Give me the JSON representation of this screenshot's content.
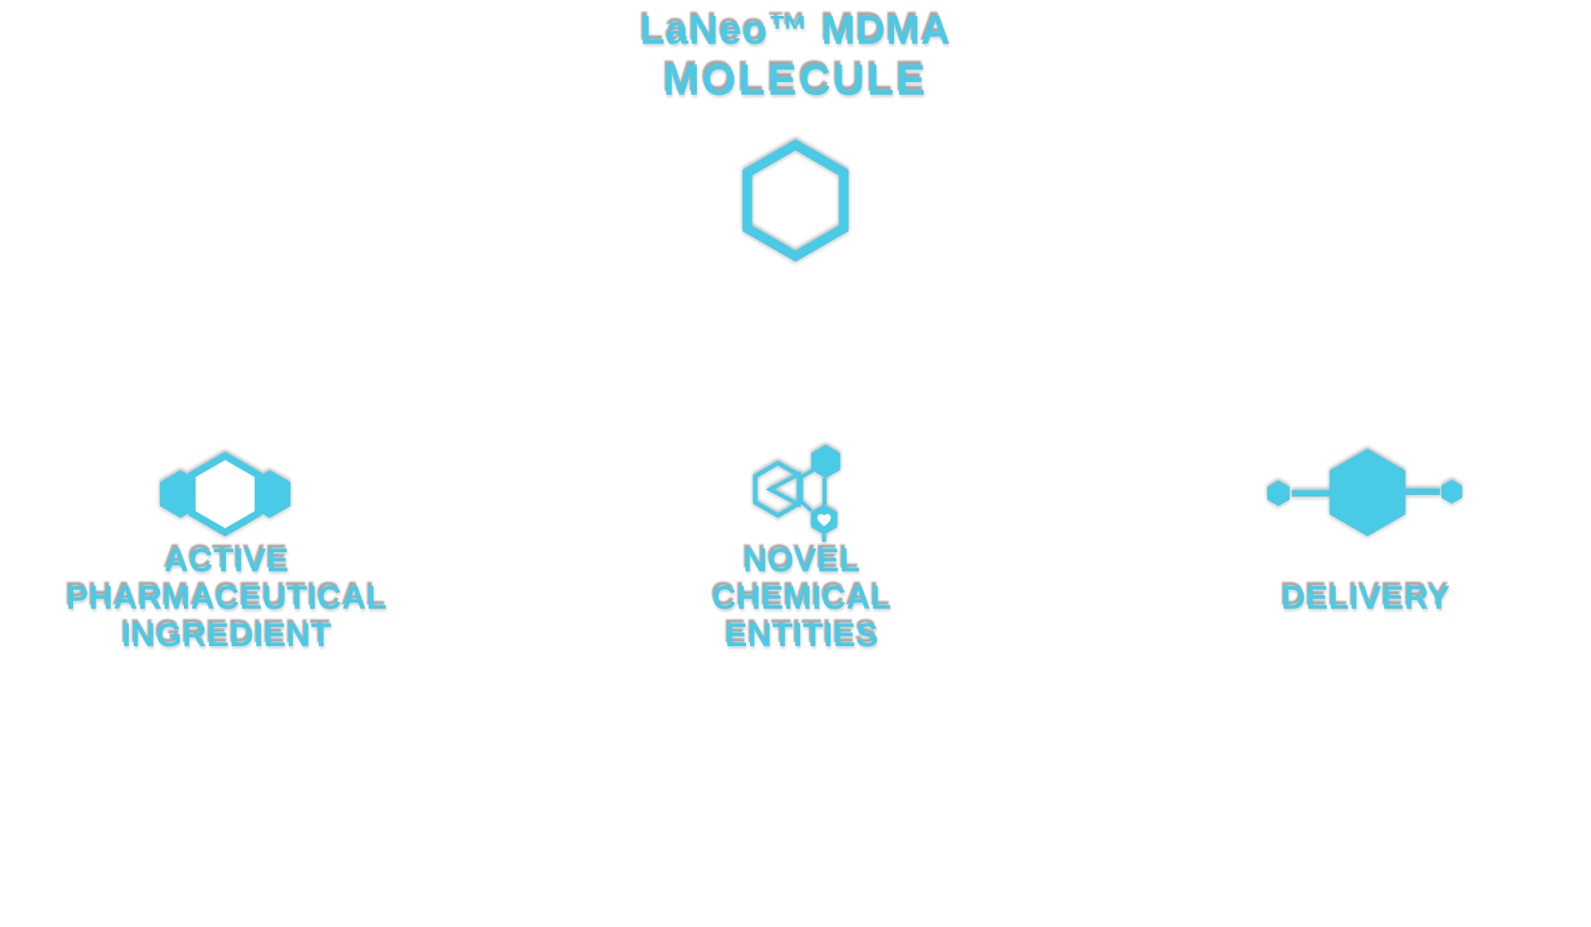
{
  "colors": {
    "accent": "#49CBE7",
    "shadow": "#9C9C9C",
    "background": "#FFFFFF"
  },
  "header": {
    "title_line1": "LaNeo™ MDMA",
    "title_line2": "MOLECULE",
    "icon": "hexagon-outline"
  },
  "items": [
    {
      "id": "active-pharmaceutical-ingredient",
      "icon": "api-hexagons",
      "label_lines": [
        "ACTIVE",
        "PHARMACEUTICAL",
        "INGREDIENT"
      ]
    },
    {
      "id": "novel-chemical-entities",
      "icon": "nce-molecule-cluster",
      "label_lines": [
        "NOVEL",
        "CHEMICAL",
        "ENTITIES"
      ]
    },
    {
      "id": "delivery",
      "icon": "delivery-hexagon-connectors",
      "label_lines": [
        "DELIVERY"
      ]
    }
  ]
}
